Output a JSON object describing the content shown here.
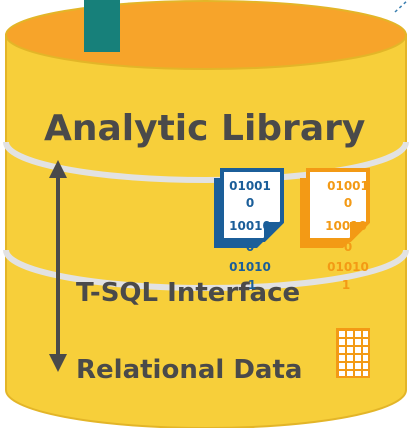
{
  "layers": {
    "top_label": "Analytic Library",
    "middle_label": "T-SQL Interface",
    "bottom_label": "Relational Data"
  },
  "doc_icon_left": {
    "lines": [
      "01001",
      "0",
      "10010",
      "0",
      "01010",
      "1"
    ]
  },
  "doc_icon_right": {
    "lines": [
      "01001",
      "0",
      "10010",
      "0",
      "01010",
      "1"
    ]
  },
  "colors": {
    "background": "#ffffff",
    "cylinder_body": "#f7cf3a",
    "cylinder_top": "#f7a42a",
    "cylinder_outline": "#e3b528",
    "separator": "#e2e2e2",
    "pipe": "#17807a",
    "text": "#4a4a4a",
    "arrow": "#4a4a4a",
    "doc_left_border": "#1b5e99",
    "doc_left_text": "#1b5e99",
    "doc_right_border": "#f39a15",
    "doc_right_text": "#f39a15",
    "grid_icon": "#f39a15"
  },
  "icons": {
    "arrow": "double-headed-vertical-arrow-icon",
    "doc_left": "binary-document-icon",
    "doc_right": "binary-document-icon",
    "grid": "table-grid-icon"
  }
}
